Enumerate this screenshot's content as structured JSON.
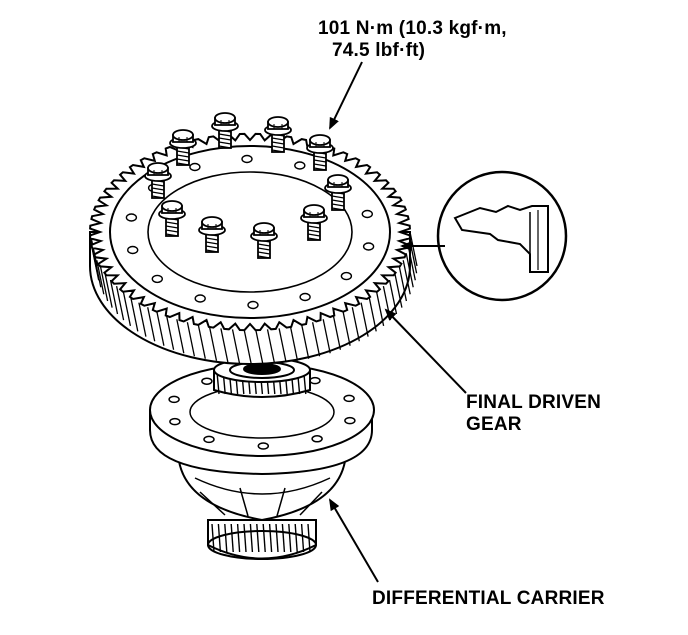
{
  "labels": {
    "torque_line1": "101 N·m (10.3 kgf·m,",
    "torque_line2": "74.5 lbf·ft)",
    "final_driven_line1": "FINAL DRIVEN",
    "final_driven_line2": "GEAR",
    "differential_carrier": "DIFFERENTIAL CARRIER"
  },
  "colors": {
    "ink": "#000000",
    "paper": "#ffffff"
  }
}
